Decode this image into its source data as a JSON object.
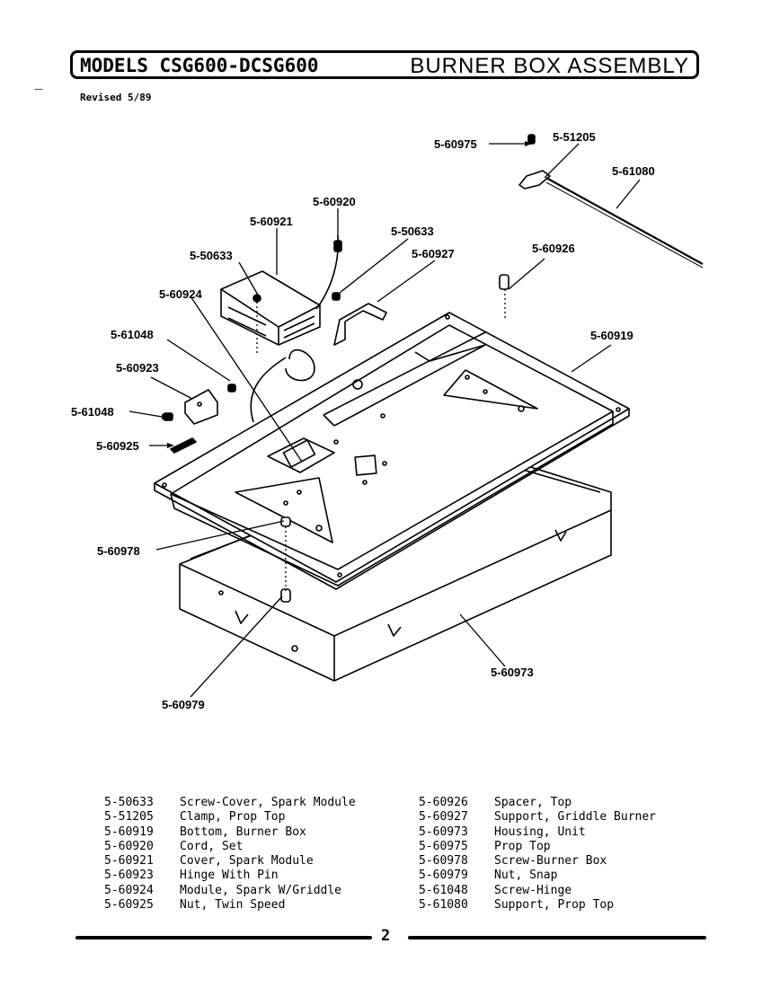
{
  "header": {
    "models": "MODELS CSG600-DCSG600",
    "title": "BURNER BOX ASSEMBLY"
  },
  "revised": "Revised 5/89",
  "callouts": [
    {
      "label": "5-60975"
    },
    {
      "label": "5-51205"
    },
    {
      "label": "5-61080"
    },
    {
      "label": "5-60920"
    },
    {
      "label": "5-60921"
    },
    {
      "label": "5-50633"
    },
    {
      "label": "5-50633"
    },
    {
      "label": "5-60927"
    },
    {
      "label": "5-60926"
    },
    {
      "label": "5-60924"
    },
    {
      "label": "5-61048"
    },
    {
      "label": "5-60919"
    },
    {
      "label": "5-60923"
    },
    {
      "label": "5-61048"
    },
    {
      "label": "5-60925"
    },
    {
      "label": "5-60978"
    },
    {
      "label": "5-60973"
    },
    {
      "label": "5-60979"
    }
  ],
  "parts_left": [
    {
      "number": "5-50633",
      "description": "Screw-Cover, Spark Module"
    },
    {
      "number": "5-51205",
      "description": "Clamp, Prop Top"
    },
    {
      "number": "5-60919",
      "description": "Bottom, Burner Box"
    },
    {
      "number": "5-60920",
      "description": "Cord, Set"
    },
    {
      "number": "5-60921",
      "description": "Cover, Spark Module"
    },
    {
      "number": "5-60923",
      "description": "Hinge With Pin"
    },
    {
      "number": "5-60924",
      "description": "Module, Spark W/Griddle"
    },
    {
      "number": "5-60925",
      "description": "Nut, Twin Speed"
    }
  ],
  "parts_right": [
    {
      "number": "5-60926",
      "description": "Spacer, Top"
    },
    {
      "number": "5-60927",
      "description": "Support, Griddle Burner"
    },
    {
      "number": "5-60973",
      "description": "Housing, Unit"
    },
    {
      "number": "5-60975",
      "description": "Prop Top"
    },
    {
      "number": "5-60978",
      "description": "Screw-Burner Box"
    },
    {
      "number": "5-60979",
      "description": "Nut, Snap"
    },
    {
      "number": "5-61048",
      "description": "Screw-Hinge"
    },
    {
      "number": "5-61080",
      "description": "Support, Prop Top"
    }
  ],
  "page_number": "2"
}
